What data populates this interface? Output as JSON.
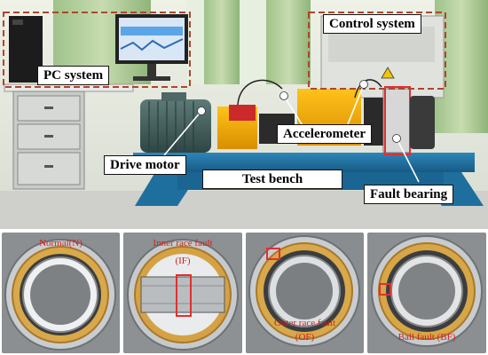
{
  "labels": {
    "pc_system": "PC system",
    "control_system": "Control system",
    "accelerometer": "Accelerometer",
    "drive_motor": "Drive motor",
    "test_bench": "Test bench",
    "fault_bearing": "Fault bearing"
  },
  "bearings": [
    {
      "caption": "Normal(N)"
    },
    {
      "caption": "Inner race fault",
      "caption2": "(IF)"
    },
    {
      "caption": "Outer race fault",
      "caption2": "(OF)"
    },
    {
      "caption": "Ball fault (BF)"
    }
  ],
  "colors": {
    "dashed_box": "#b0452c",
    "fault_marker": "#e03030",
    "bench_blue": "#1f6fa0",
    "yellow_housing": "#f0a800",
    "motor_green": "#3c5a58"
  }
}
